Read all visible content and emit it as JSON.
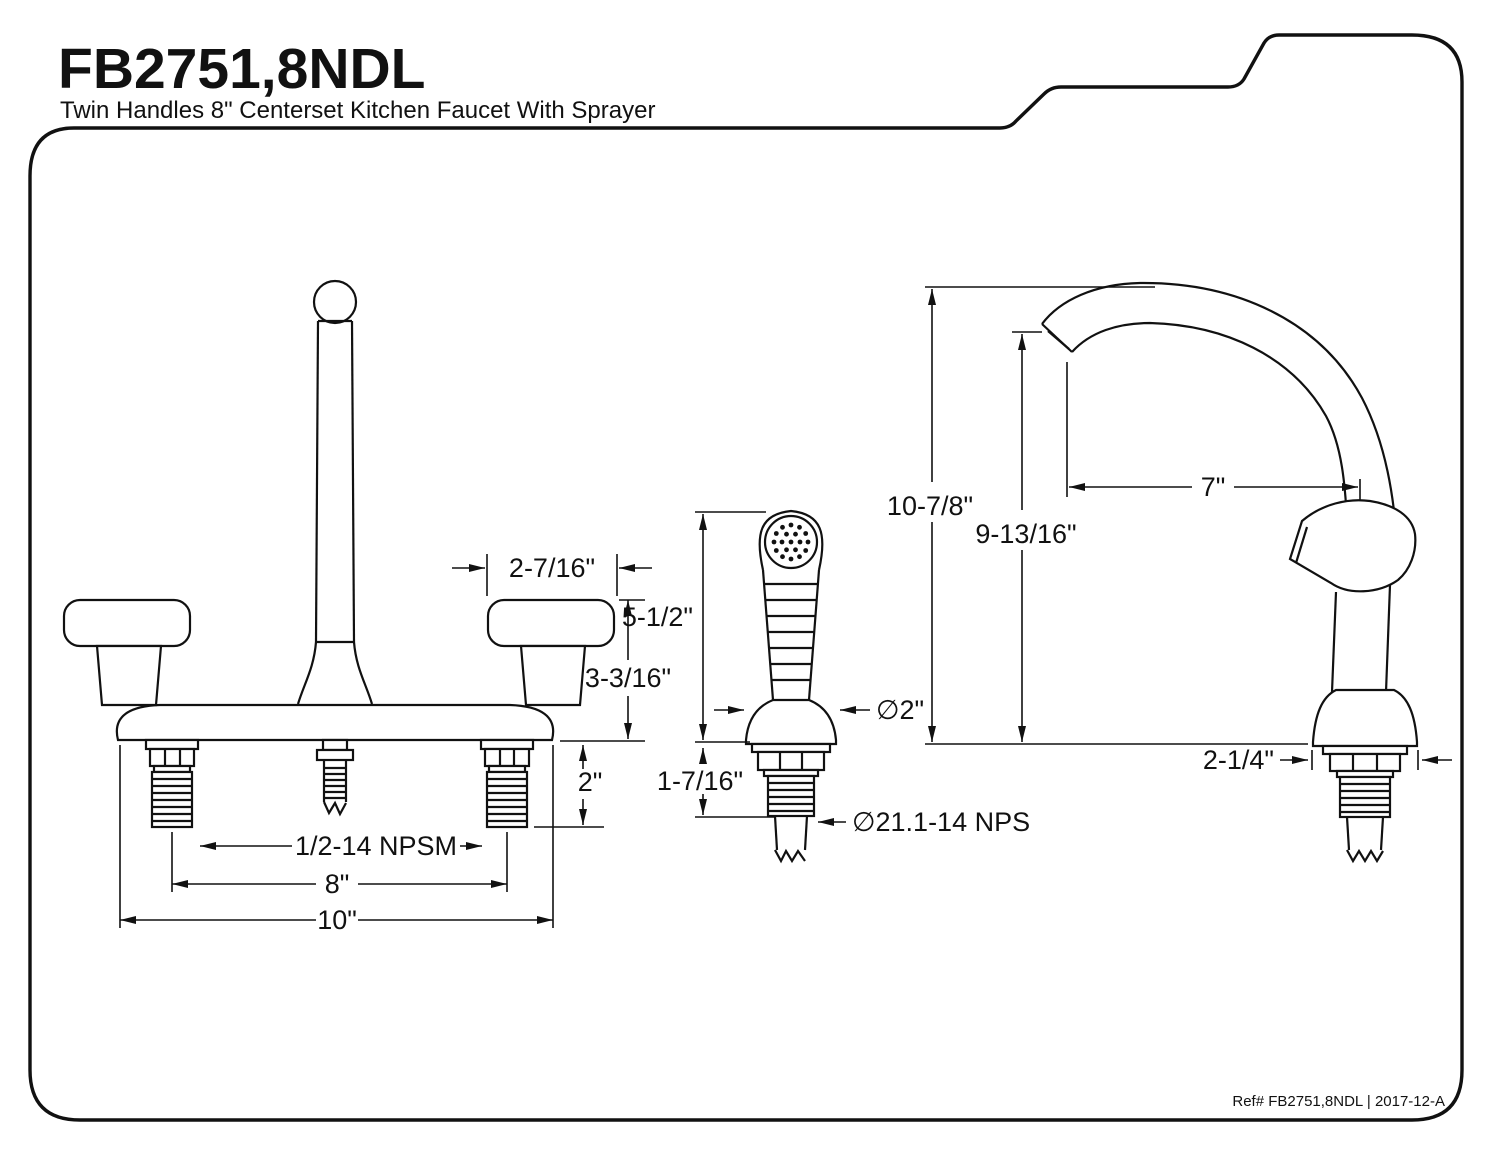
{
  "doc": {
    "title": "FB2751,8NDL",
    "subtitle": "Twin Handles 8\" Centerset Kitchen Faucet With Sprayer",
    "footer_ref": "Ref# FB2751,8NDL | 2017-12-A"
  },
  "colors": {
    "line": "#111111",
    "background": "#ffffff"
  },
  "views": {
    "front": {
      "dims": {
        "handle_length": "2-7/16\"",
        "handle_height": "3-3/16\"",
        "shank_length": "2\"",
        "shank_thread": "1/2-14 NPSM",
        "spread": "8\"",
        "deck_width": "10\""
      }
    },
    "sprayer_front": {
      "dims": {
        "height": "5-1/2\"",
        "shank_length": "1-7/16\"",
        "base_diameter": "∅2\"",
        "hose_thread": "∅21.1-14 NPS"
      }
    },
    "side": {
      "dims": {
        "overall_height": "10-7/8\"",
        "spout_height": "9-13/16\"",
        "spout_reach": "7\"",
        "sprayer_base_width": "2-1/4\""
      }
    }
  }
}
